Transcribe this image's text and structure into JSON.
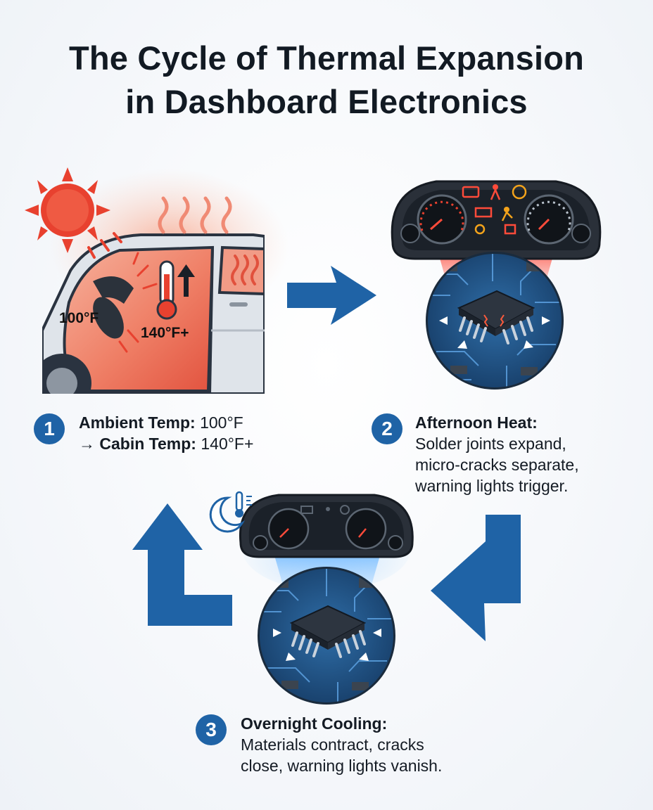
{
  "title": {
    "line1": "The Cycle of Thermal Expansion",
    "line2": "in Dashboard Electronics"
  },
  "illustration": {
    "outside_temp": "100°F",
    "cabin_temp": "140°F+"
  },
  "steps": [
    {
      "number": "1",
      "label1": "Ambient Temp:",
      "value1": " 100°F",
      "arrow": "→ ",
      "label2": "Cabin Temp:",
      "value2": " 140°F+"
    },
    {
      "number": "2",
      "heading": "Afternoon Heat:",
      "lines": [
        "Solder joints expand,",
        "micro-cracks separate,",
        "warning lights trigger."
      ]
    },
    {
      "number": "3",
      "heading": "Overnight Cooling:",
      "lines": [
        "Materials contract, cracks",
        "close, warning lights vanish."
      ]
    }
  ],
  "colors": {
    "accent_blue": "#1f63a6",
    "heat_red": "#e8412f",
    "cabin_heat": "#f08a74",
    "chip_dark": "#2d3540",
    "board_blue": "#1c4f86"
  },
  "icons": [
    "sun-icon",
    "heat-waves-icon",
    "thermometer-icon",
    "up-arrow-icon",
    "moon-icon",
    "check-engine-icon",
    "seatbelt-icon",
    "battery-icon",
    "airbag-icon"
  ]
}
